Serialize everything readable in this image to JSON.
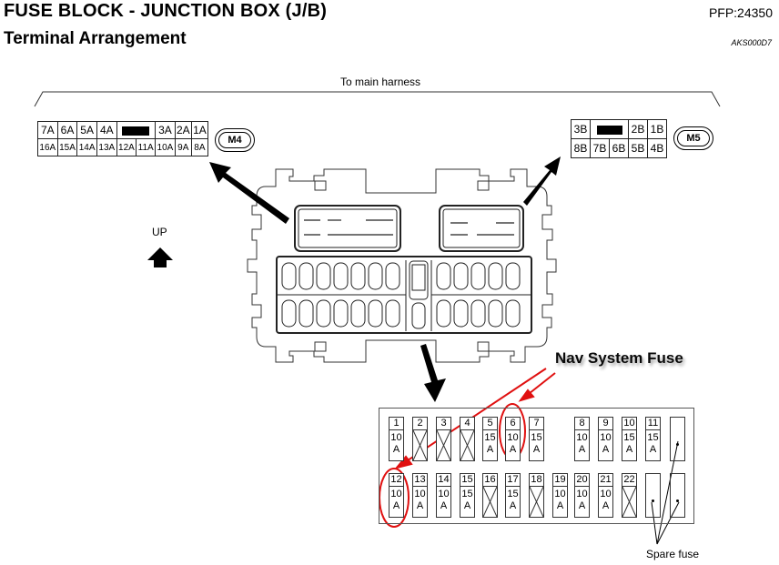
{
  "header": {
    "title": "FUSE BLOCK - JUNCTION BOX (J/B)",
    "subtitle": "Terminal Arrangement",
    "part_code": "PFP:24350",
    "doc_code": "AKS000D7"
  },
  "labels": {
    "harness": "To main harness",
    "up": "UP",
    "nav_fuse": "Nav System Fuse",
    "spare_fuse": "Spare fuse"
  },
  "connectors": {
    "m4": {
      "name": "M4",
      "top_row": [
        "7A",
        "6A",
        "5A",
        "4A",
        "3A",
        "2A",
        "1A"
      ],
      "bottom_row": [
        "16A",
        "15A",
        "14A",
        "13A",
        "12A",
        "11A",
        "10A",
        "9A",
        "8A"
      ]
    },
    "m5": {
      "name": "M5",
      "top_row": [
        "3B",
        "2B",
        "1B"
      ],
      "bottom_row": [
        "8B",
        "7B",
        "6B",
        "5B",
        "4B"
      ]
    }
  },
  "fuses": {
    "row1": [
      {
        "num": "1",
        "amp": "10",
        "unit": "A"
      },
      {
        "num": "2",
        "amp": "",
        "unit": "",
        "empty": true
      },
      {
        "num": "3",
        "amp": "",
        "unit": "",
        "empty": true
      },
      {
        "num": "4",
        "amp": "",
        "unit": "",
        "empty": true
      },
      {
        "num": "5",
        "amp": "15",
        "unit": "A"
      },
      {
        "num": "6",
        "amp": "10",
        "unit": "A",
        "highlighted": true
      },
      {
        "num": "7",
        "amp": "15",
        "unit": "A"
      },
      {
        "num": "8",
        "amp": "10",
        "unit": "A"
      },
      {
        "num": "9",
        "amp": "10",
        "unit": "A"
      },
      {
        "num": "10",
        "amp": "15",
        "unit": "A"
      },
      {
        "num": "11",
        "amp": "15",
        "unit": "A"
      }
    ],
    "row2": [
      {
        "num": "12",
        "amp": "10",
        "unit": "A",
        "highlighted": true
      },
      {
        "num": "13",
        "amp": "10",
        "unit": "A"
      },
      {
        "num": "14",
        "amp": "10",
        "unit": "A"
      },
      {
        "num": "15",
        "amp": "15",
        "unit": "A"
      },
      {
        "num": "16",
        "amp": "",
        "unit": "",
        "empty": true
      },
      {
        "num": "17",
        "amp": "15",
        "unit": "A"
      },
      {
        "num": "18",
        "amp": "",
        "unit": "",
        "empty": true
      },
      {
        "num": "19",
        "amp": "10",
        "unit": "A"
      },
      {
        "num": "20",
        "amp": "10",
        "unit": "A"
      },
      {
        "num": "21",
        "amp": "10",
        "unit": "A"
      },
      {
        "num": "22",
        "amp": "",
        "unit": "",
        "empty": true
      }
    ]
  },
  "colors": {
    "highlight": "#e01010",
    "line": "#222222"
  }
}
